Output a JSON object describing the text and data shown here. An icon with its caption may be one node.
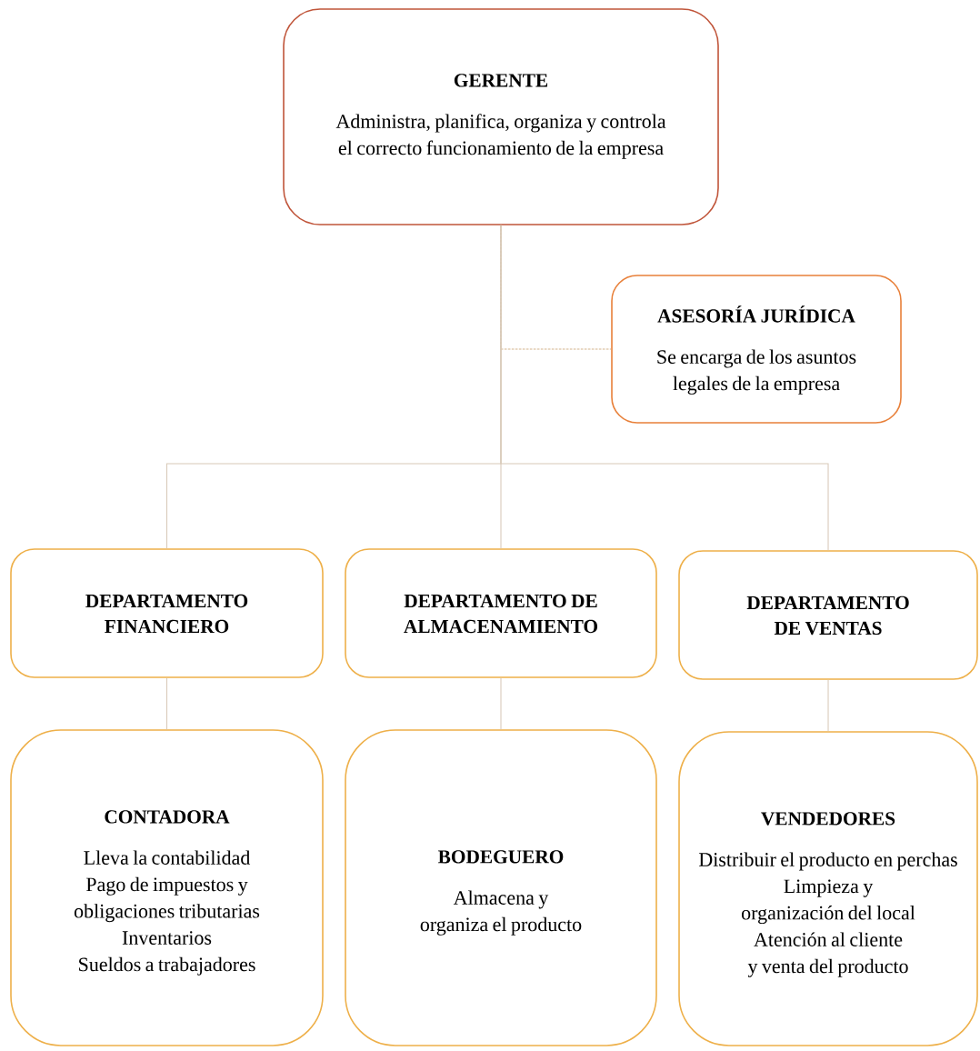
{
  "diagram": {
    "nodes": [
      {
        "text": [
          "GERENTE",
          "Administra, planifica, organiza y controla el correcto funcionamiento de la empresa"
        ]
      },
      {
        "text": [
          "ASESORÍA JURÍDICA",
          "Se encarga de los asuntos legales de la empresa"
        ]
      },
      {
        "text": [
          "DEPARTAMENTO FINANCIERO"
        ]
      },
      {
        "text": [
          "DEPARTAMENTO DE ALMACENAMIENTO"
        ]
      },
      {
        "text": [
          "DEPARTAMENTO DE VENTAS"
        ]
      },
      {
        "text": [
          "CONTADORA",
          "Lleva la contabilidad",
          "Pago de impuestos y obligaciones tributarias",
          "Inventarios",
          "Sueldos a trabajadores"
        ]
      },
      {
        "text": [
          "BODEGUERO",
          "Almacena y organiza el producto"
        ]
      },
      {
        "text": [
          "VENDEDORES",
          "Distribuir el producto en perchas",
          "Limpieza y organización del local",
          "Atención al cliente y venta del producto"
        ]
      }
    ],
    "edges": [
      {
        "from": 0,
        "to": 1,
        "arrow": "none",
        "style": "dashed",
        "color": "#d4b48c"
      },
      {
        "from": 0,
        "to": 2,
        "arrow": "none"
      },
      {
        "from": 0,
        "to": 3,
        "arrow": "none"
      },
      {
        "from": 0,
        "to": 4,
        "arrow": "none"
      },
      {
        "from": 2,
        "to": 5,
        "arrow": "none"
      },
      {
        "from": 3,
        "to": 6,
        "arrow": "none"
      },
      {
        "from": 4,
        "to": 7,
        "arrow": "none"
      }
    ]
  }
}
